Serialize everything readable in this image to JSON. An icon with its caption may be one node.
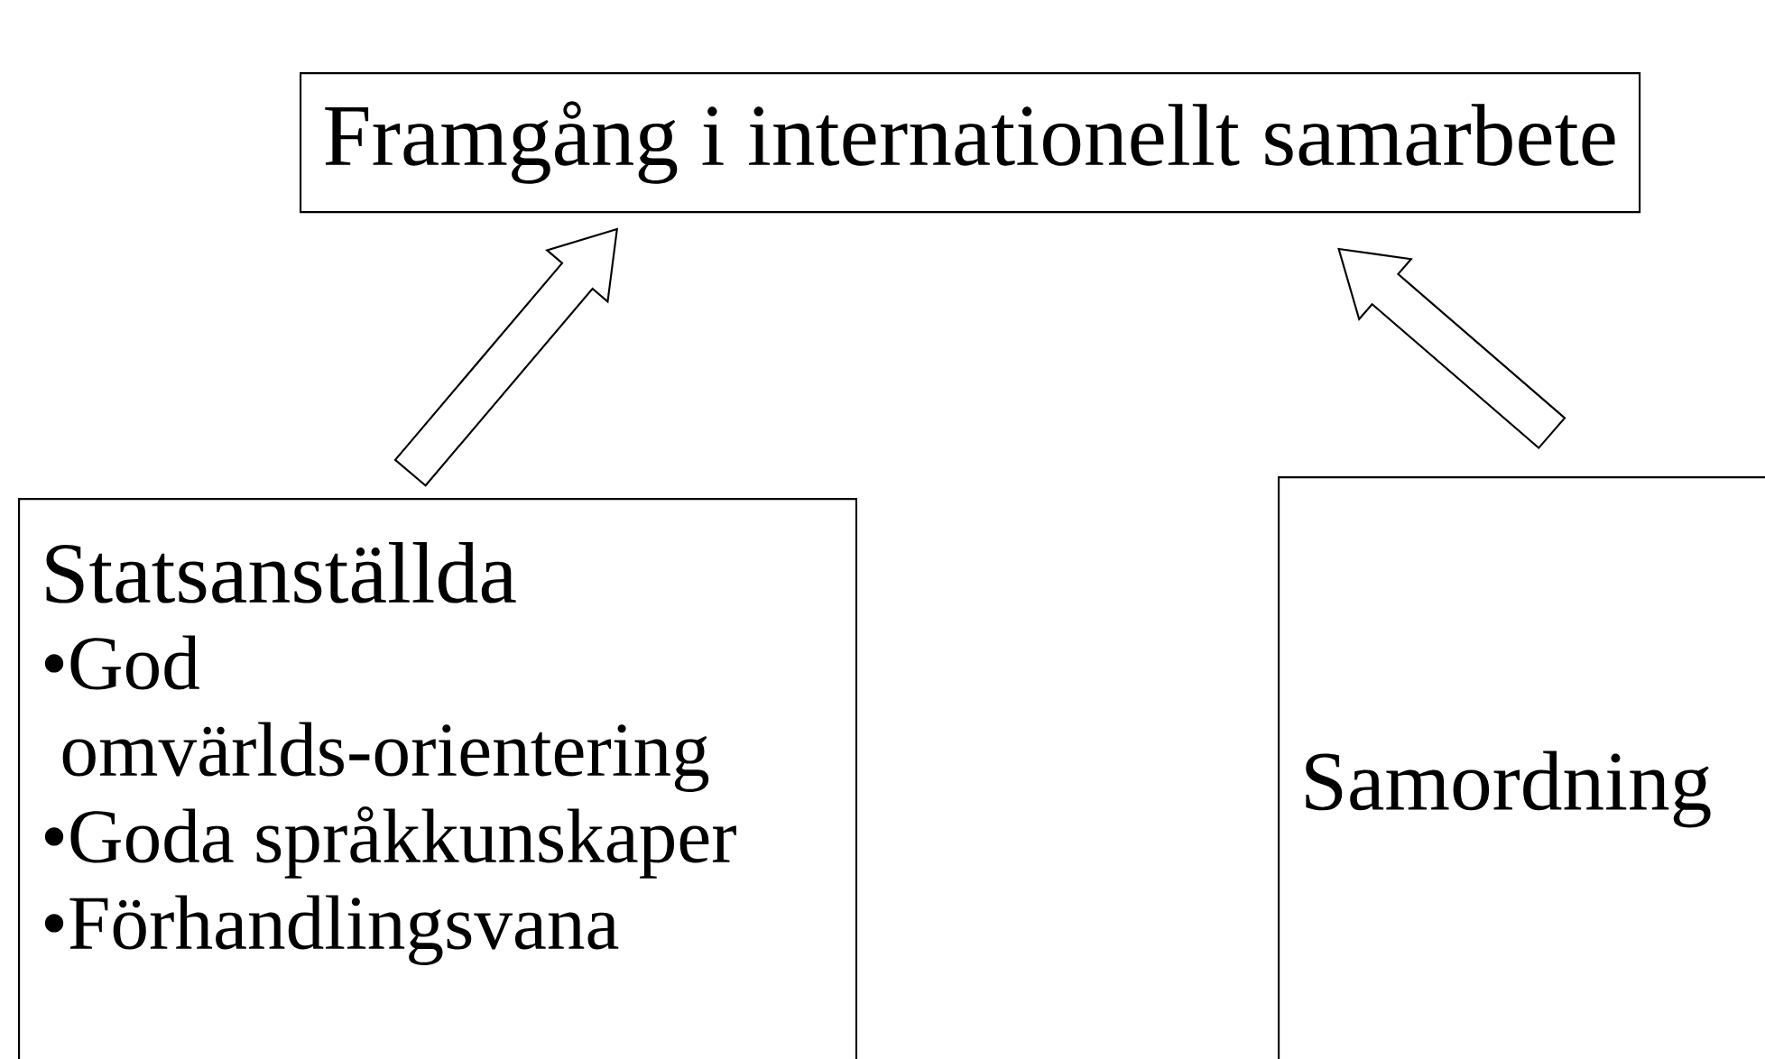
{
  "diagram": {
    "nodes": [
      {
        "text": [
          "Framgång i internationellt samarbete"
        ]
      },
      {
        "text": [
          "Statsanställda",
          "•God omvärlds-orientering",
          "•Goda språkkunskaper",
          "•Förhandlingsvana"
        ]
      },
      {
        "text": [
          "Samordning"
        ]
      }
    ],
    "edges": [
      {
        "from": 1,
        "to": 0,
        "arrow": "to"
      },
      {
        "from": 2,
        "to": 0,
        "arrow": "to"
      }
    ]
  }
}
